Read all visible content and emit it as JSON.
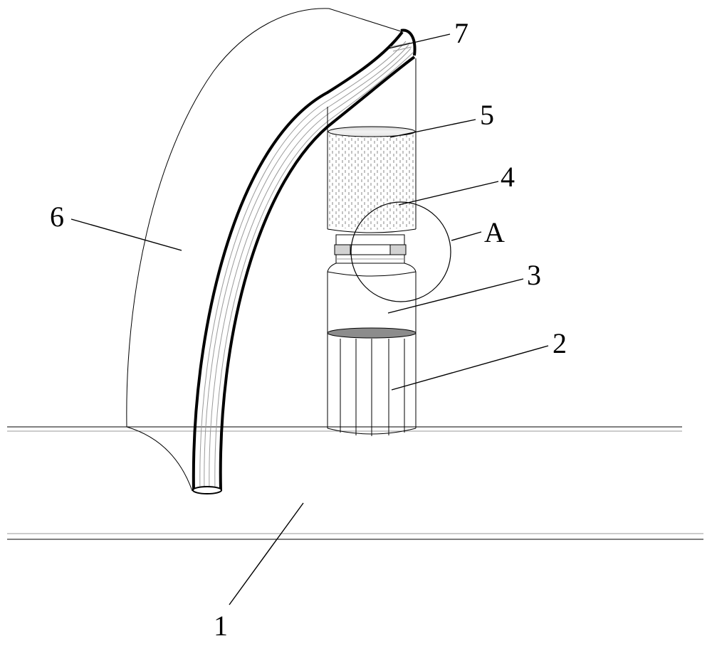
{
  "labels": {
    "part_1": "1",
    "part_2": "2",
    "part_3": "3",
    "part_4": "4",
    "part_5": "5",
    "part_6": "6",
    "part_7": "7",
    "detail_a": "A"
  },
  "colors": {
    "line": "#000000",
    "hatch": "#7a7a7a",
    "liquid_fill": "#ebebeb",
    "background": "#ffffff"
  }
}
